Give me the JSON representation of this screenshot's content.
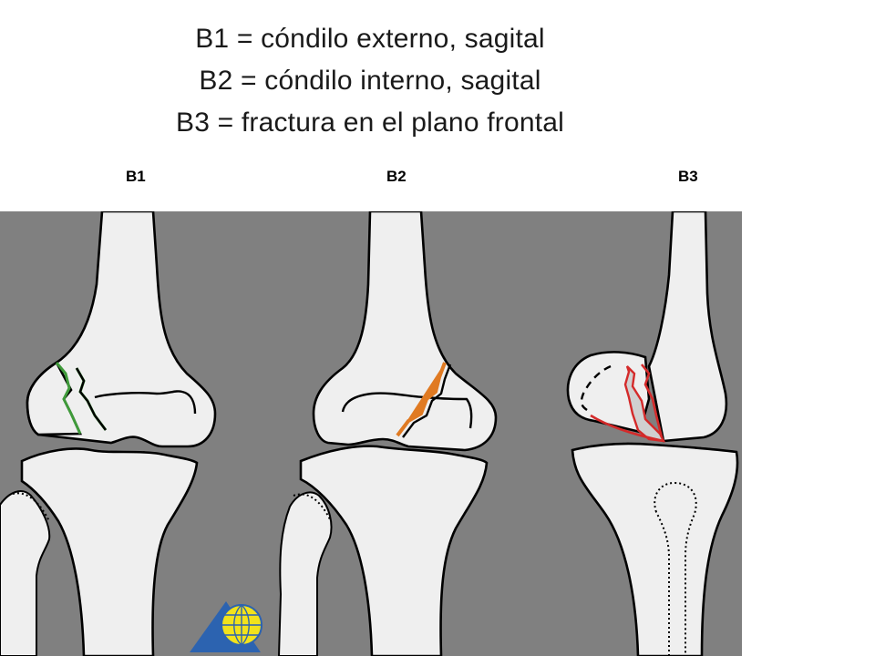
{
  "title": {
    "lines": [
      "B1 = cóndilo externo, sagital",
      "B2 = cóndilo interno, sagital",
      "B3 = fractura en el plano frontal"
    ]
  },
  "panels": [
    {
      "label": "B1",
      "fracture_color": "#3f9a3a"
    },
    {
      "label": "B2",
      "fracture_color": "#e07a22"
    },
    {
      "label": "B3",
      "fracture_color": "#d42a2a"
    }
  ],
  "colors": {
    "background": "#808080",
    "bone_fill": "#efefef",
    "logo_triangle": "#2c63b0",
    "logo_globe": "#f2e21c"
  },
  "logo": {
    "icon": "ao-globe-triangle-icon"
  }
}
